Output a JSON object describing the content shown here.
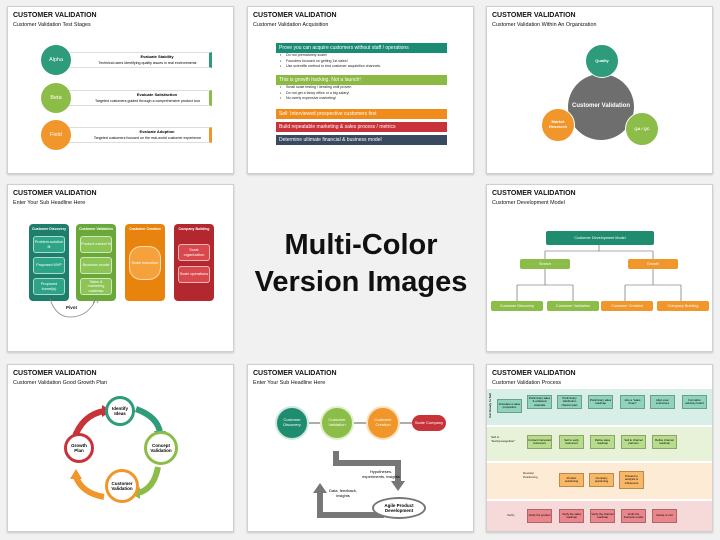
{
  "hero": {
    "line1": "Multi-Color",
    "line2": "Version Images"
  },
  "slides": {
    "s1": {
      "title": "CUSTOMER VALIDATION",
      "sub": "Customer Validation Test Stages",
      "stages": [
        {
          "name": "Alpha",
          "head": "Evaluate Stability",
          "desc": "Technical users identifying quality issues in real environments",
          "color": "#2e9b7b"
        },
        {
          "name": "Beta",
          "head": "Evaluate Satisfaction",
          "desc": "Targeted customers guided through a comprehensive product tour",
          "color": "#8cbd49"
        },
        {
          "name": "Field",
          "head": "Evaluate Adoption",
          "desc": "Targeted customers focused on the real-world customer experience",
          "color": "#f0962a"
        }
      ]
    },
    "s2": {
      "title": "CUSTOMER VALIDATION",
      "sub": "Customer Validation Acquisition",
      "bars": [
        {
          "text": "Prove you can acquire customers without staff / operations",
          "color": "#1a8c73"
        },
        {
          "text": "This is growth hacking. Not a launch!",
          "color": "#8cb844"
        },
        {
          "text": "Sell: Interviewed prospective customers first",
          "color": "#f08c1c"
        },
        {
          "text": "Build repeatable marketing & sales process / metrics",
          "color": "#c8333a"
        },
        {
          "text": "Determine ultimate financial & business model",
          "color": "#3a4a5e"
        }
      ],
      "list1": [
        "Do not prematurely scale!",
        "Founders focused on getting 1st sales!",
        "Use scientific method to test customer acquisition channels."
      ],
      "list2": [
        "Small scale testing / iterating until proven",
        "Do not get a fancy office or a big salary!",
        "No overly expensive marketing!"
      ]
    },
    "s3": {
      "title": "CUSTOMER VALIDATION",
      "sub": "Customer Validation Within An Organization",
      "center": "Customer Validation",
      "c1": "Quality",
      "c2": "Market Research",
      "c3": "QA / QC"
    },
    "s4": {
      "title": "CUSTOMER VALIDATION",
      "sub": "Enter Your Sub Headline Here",
      "cols": [
        {
          "head": "Customer Discovery",
          "items": [
            "Problem-solution fit",
            "Proposed MVP",
            "Proposed funnel(s)"
          ],
          "bg": "#1f7d6b",
          "item": "#2ea487"
        },
        {
          "head": "Customer Validation",
          "items": [
            "Product market fit",
            "Business model",
            "Sales & marketing roadmap"
          ],
          "bg": "#6aa83a",
          "item": "#8cc456"
        },
        {
          "head": "Customer Creation",
          "items": [
            "Scale execution"
          ],
          "bg": "#e8840d",
          "item": "#f5a23c"
        },
        {
          "head": "Company Building",
          "items": [
            "Scale organization",
            "Scale operations"
          ],
          "bg": "#b3282f",
          "item": "#d9484d"
        }
      ],
      "pivot": "Pivot"
    },
    "s6": {
      "title": "CUSTOMER VALIDATION",
      "sub": "Customer Development Model",
      "root": "Customer Development Model",
      "l1": [
        "Search",
        "Growth"
      ],
      "l2": [
        "Customer Discovery",
        "Customer Validation",
        "Customer Creation",
        "Company Building"
      ]
    },
    "s7": {
      "title": "CUSTOMER VALIDATION",
      "sub": "Customer Validation Good Growth Plan",
      "steps": [
        "Identify Ideas",
        "Concept Validation",
        "Customer Validation",
        "Growth Plan"
      ]
    },
    "s8": {
      "title": "CUSTOMER VALIDATION",
      "sub": "Enter Your Sub Headline Here",
      "circles": [
        "Customer Discovery",
        "Customer Validation",
        "Customer Creation",
        "Scale Company"
      ],
      "note1": "Hypotheses, experiments, insights",
      "note2": "Data, feedback, insights",
      "agile": "Agile Product Development"
    },
    "s9": {
      "title": "CUSTOMER VALIDATION",
      "sub": "Customer Validation Process",
      "bands": [
        {
          "label": "Get Ready to Sell",
          "boxes": [
            "Articulate a value proposition",
            "Preliminary sales & collateral materials",
            "Preliminary distribution channel plan",
            "Preliminary sales roadmap",
            "Hire a \"sales closer\"",
            "Align exec executives",
            "Formalize advisory board"
          ],
          "bg": "#d8efe7",
          "box": "#8fd3bd"
        },
        {
          "label": "Sell to \"Earlyevangelists\"",
          "boxes": [
            "Contact interested customers",
            "Sell to early customers",
            "Refine sales roadmap",
            "Sell to channel partners",
            "Refine channel roadmap"
          ],
          "bg": "#e7f2d8",
          "box": "#b8dc8c"
        },
        {
          "label": "Develop Positioning",
          "boxes": [
            "Product positioning",
            "Company positioning",
            "Present to analysts & influencers"
          ],
          "bg": "#fdebd5",
          "box": "#f8b867"
        },
        {
          "label": "Verify",
          "boxes": [
            "Verify the product",
            "Verify the sales roadmap",
            "Verify the channel roadmap",
            "Verify the business model",
            "Iterate or exit"
          ],
          "bg": "#f6dada",
          "box": "#e9868b"
        }
      ]
    }
  }
}
